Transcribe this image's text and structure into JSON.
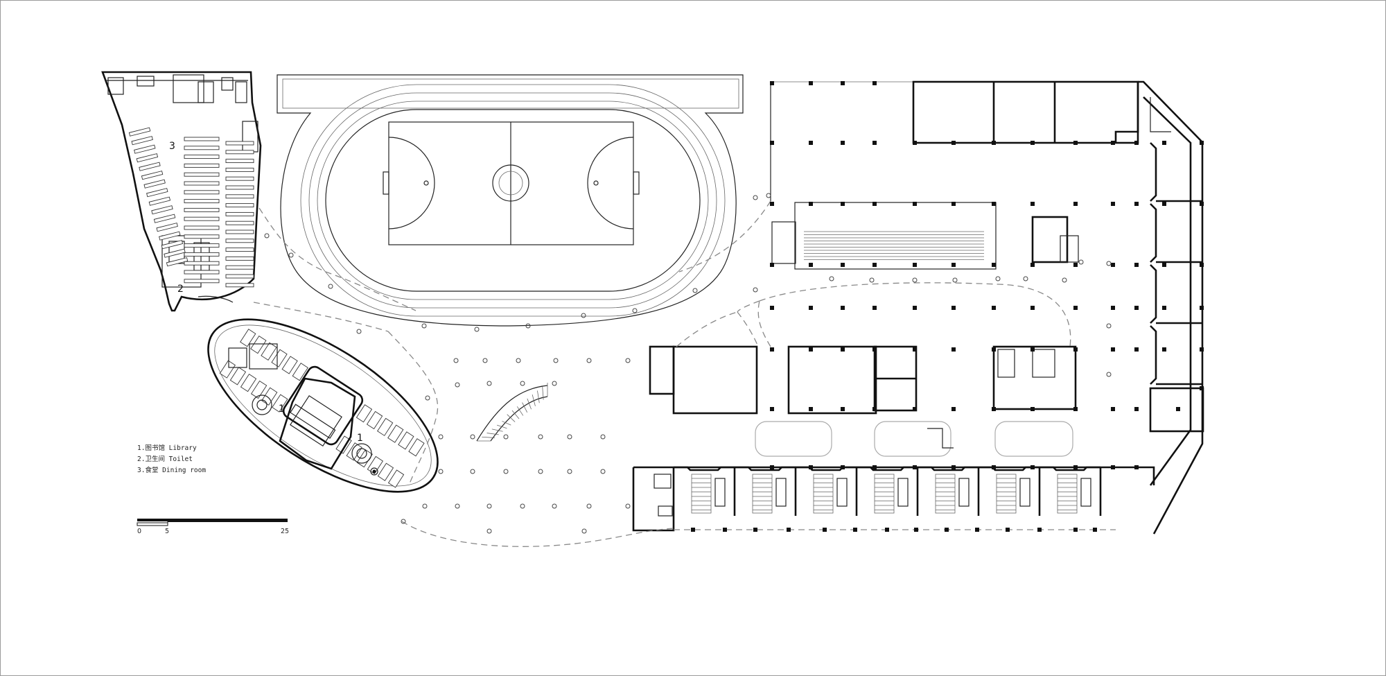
{
  "legend": {
    "items": [
      {
        "label": "1.图书馆 Library"
      },
      {
        "label": "2.卫生间 Toilet"
      },
      {
        "label": "3.食堂 Dining room"
      }
    ]
  },
  "scale_bar": {
    "ticks": [
      "0",
      "5",
      "25"
    ]
  },
  "room_numbers": {
    "library_top": "3",
    "library_toilet": "2",
    "oval_left": "1",
    "oval_right": "1"
  }
}
